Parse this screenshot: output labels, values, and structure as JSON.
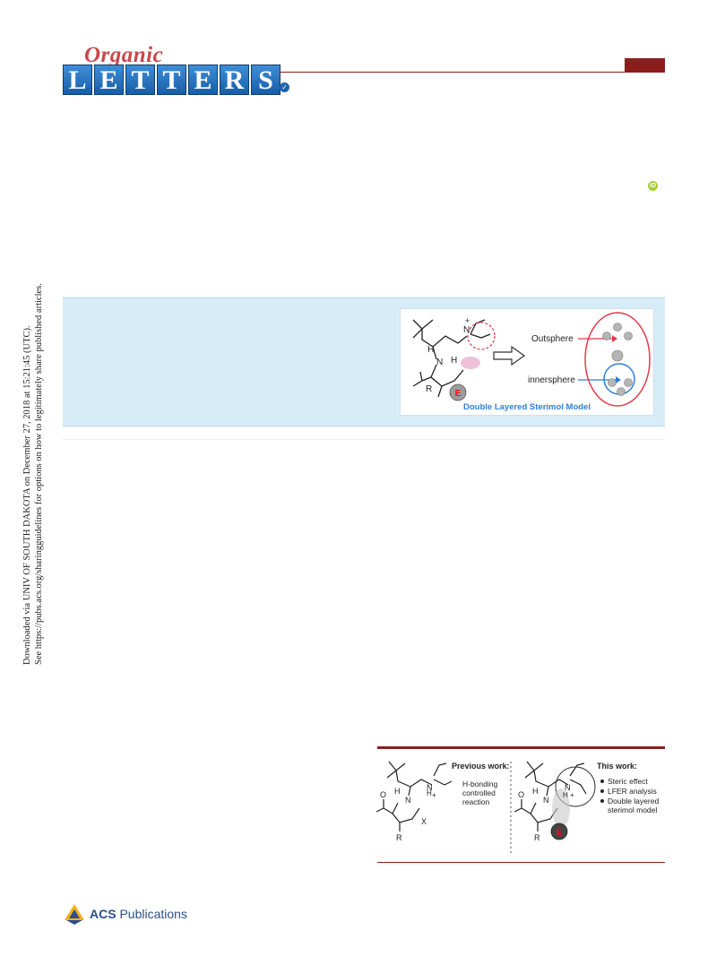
{
  "journal": {
    "script_word": "Organic",
    "tile_letters": [
      "L",
      "E",
      "T",
      "T",
      "E",
      "R",
      "S"
    ]
  },
  "side_note": {
    "line1": "Downloaded via UNIV OF SOUTH DAKOTA on December 27, 2018 at 15:21:45 (UTC).",
    "line2": "See https://pubs.acs.org/sharingguidelines for options on how to legitimately share published articles."
  },
  "toc_graphic": {
    "label_outsphere": "Outsphere",
    "label_innersphere": "innersphere",
    "caption": "Double Layered Sterimol Model",
    "atom_h1": "H",
    "atom_h2": "H",
    "atom_n": "N",
    "atom_charge": "+",
    "atom_r": "R",
    "atom_e": "E"
  },
  "scheme": {
    "previous_title": "Previous work:",
    "previous_lines": [
      "H-bonding",
      "controlled",
      "reaction"
    ],
    "this_title": "This work:",
    "bullets": [
      "Steric effect",
      "LFER analysis",
      "Double layered",
      "sterimol model"
    ],
    "atoms": {
      "o": "O",
      "h": "H",
      "n": "N",
      "r": "R",
      "x": "X",
      "e": "E",
      "plus": "+"
    }
  },
  "publisher": {
    "name": "ACS",
    "suffix": "Publications"
  }
}
